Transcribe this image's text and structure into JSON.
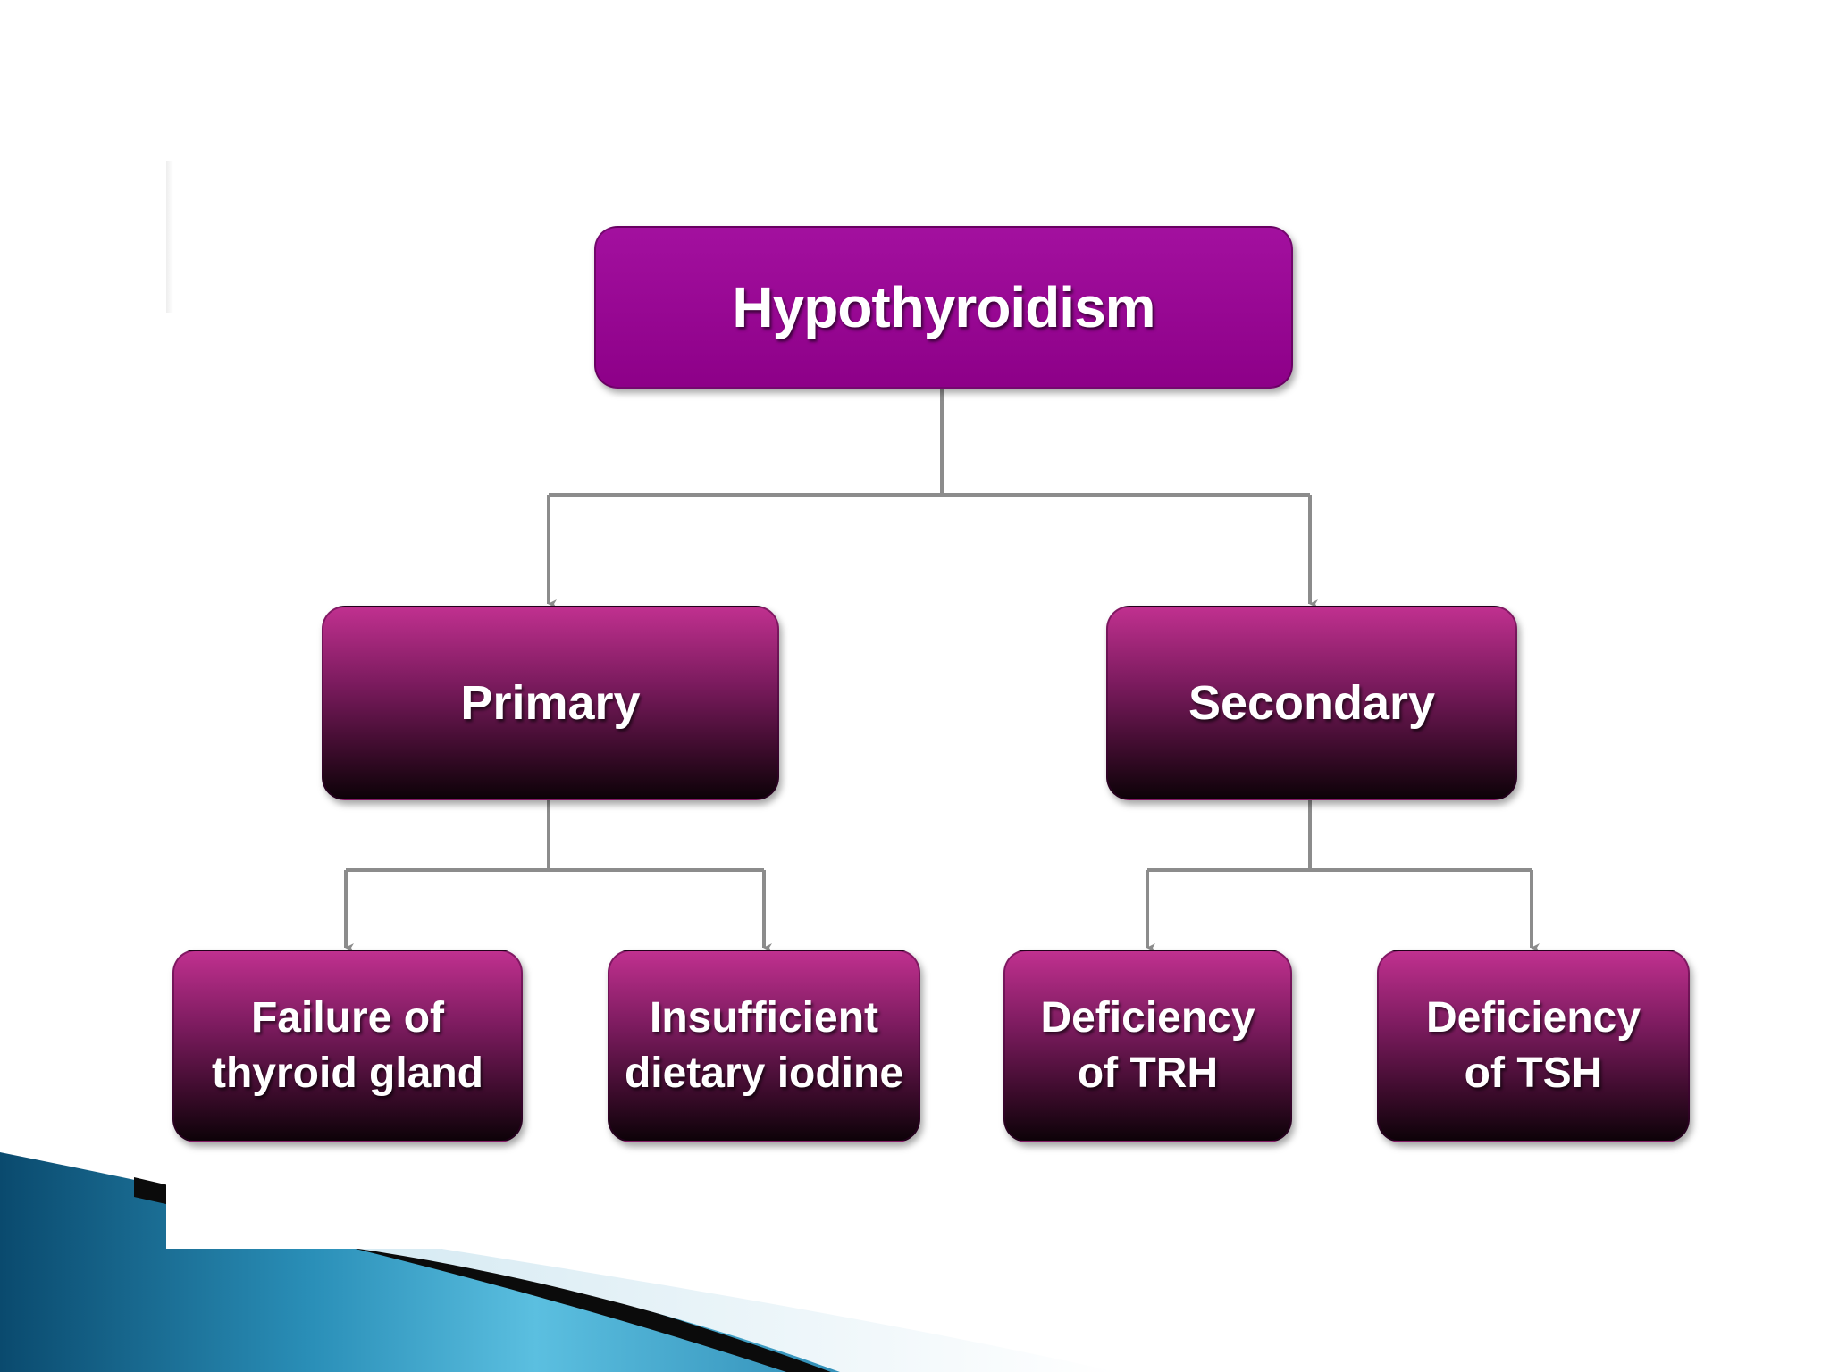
{
  "theme": {
    "root_color": "#9a0a95",
    "node_color_top": "#c0308f",
    "node_color_bottom": "#0d0208",
    "connector_color": "#8c8c8c",
    "swoosh_dark": "#0a4a6e",
    "swoosh_light": "#5bbfe0"
  },
  "diagram": {
    "root": {
      "label": "Hypothyroidism"
    },
    "branches": [
      {
        "label": "Primary",
        "children": [
          {
            "label": "Failure of\nthyroid gland"
          },
          {
            "label": "Insufficient\ndietary iodine"
          }
        ]
      },
      {
        "label": "Secondary",
        "children": [
          {
            "label": "Deficiency\nof TRH"
          },
          {
            "label": "Deficiency\nof TSH"
          }
        ]
      }
    ]
  }
}
